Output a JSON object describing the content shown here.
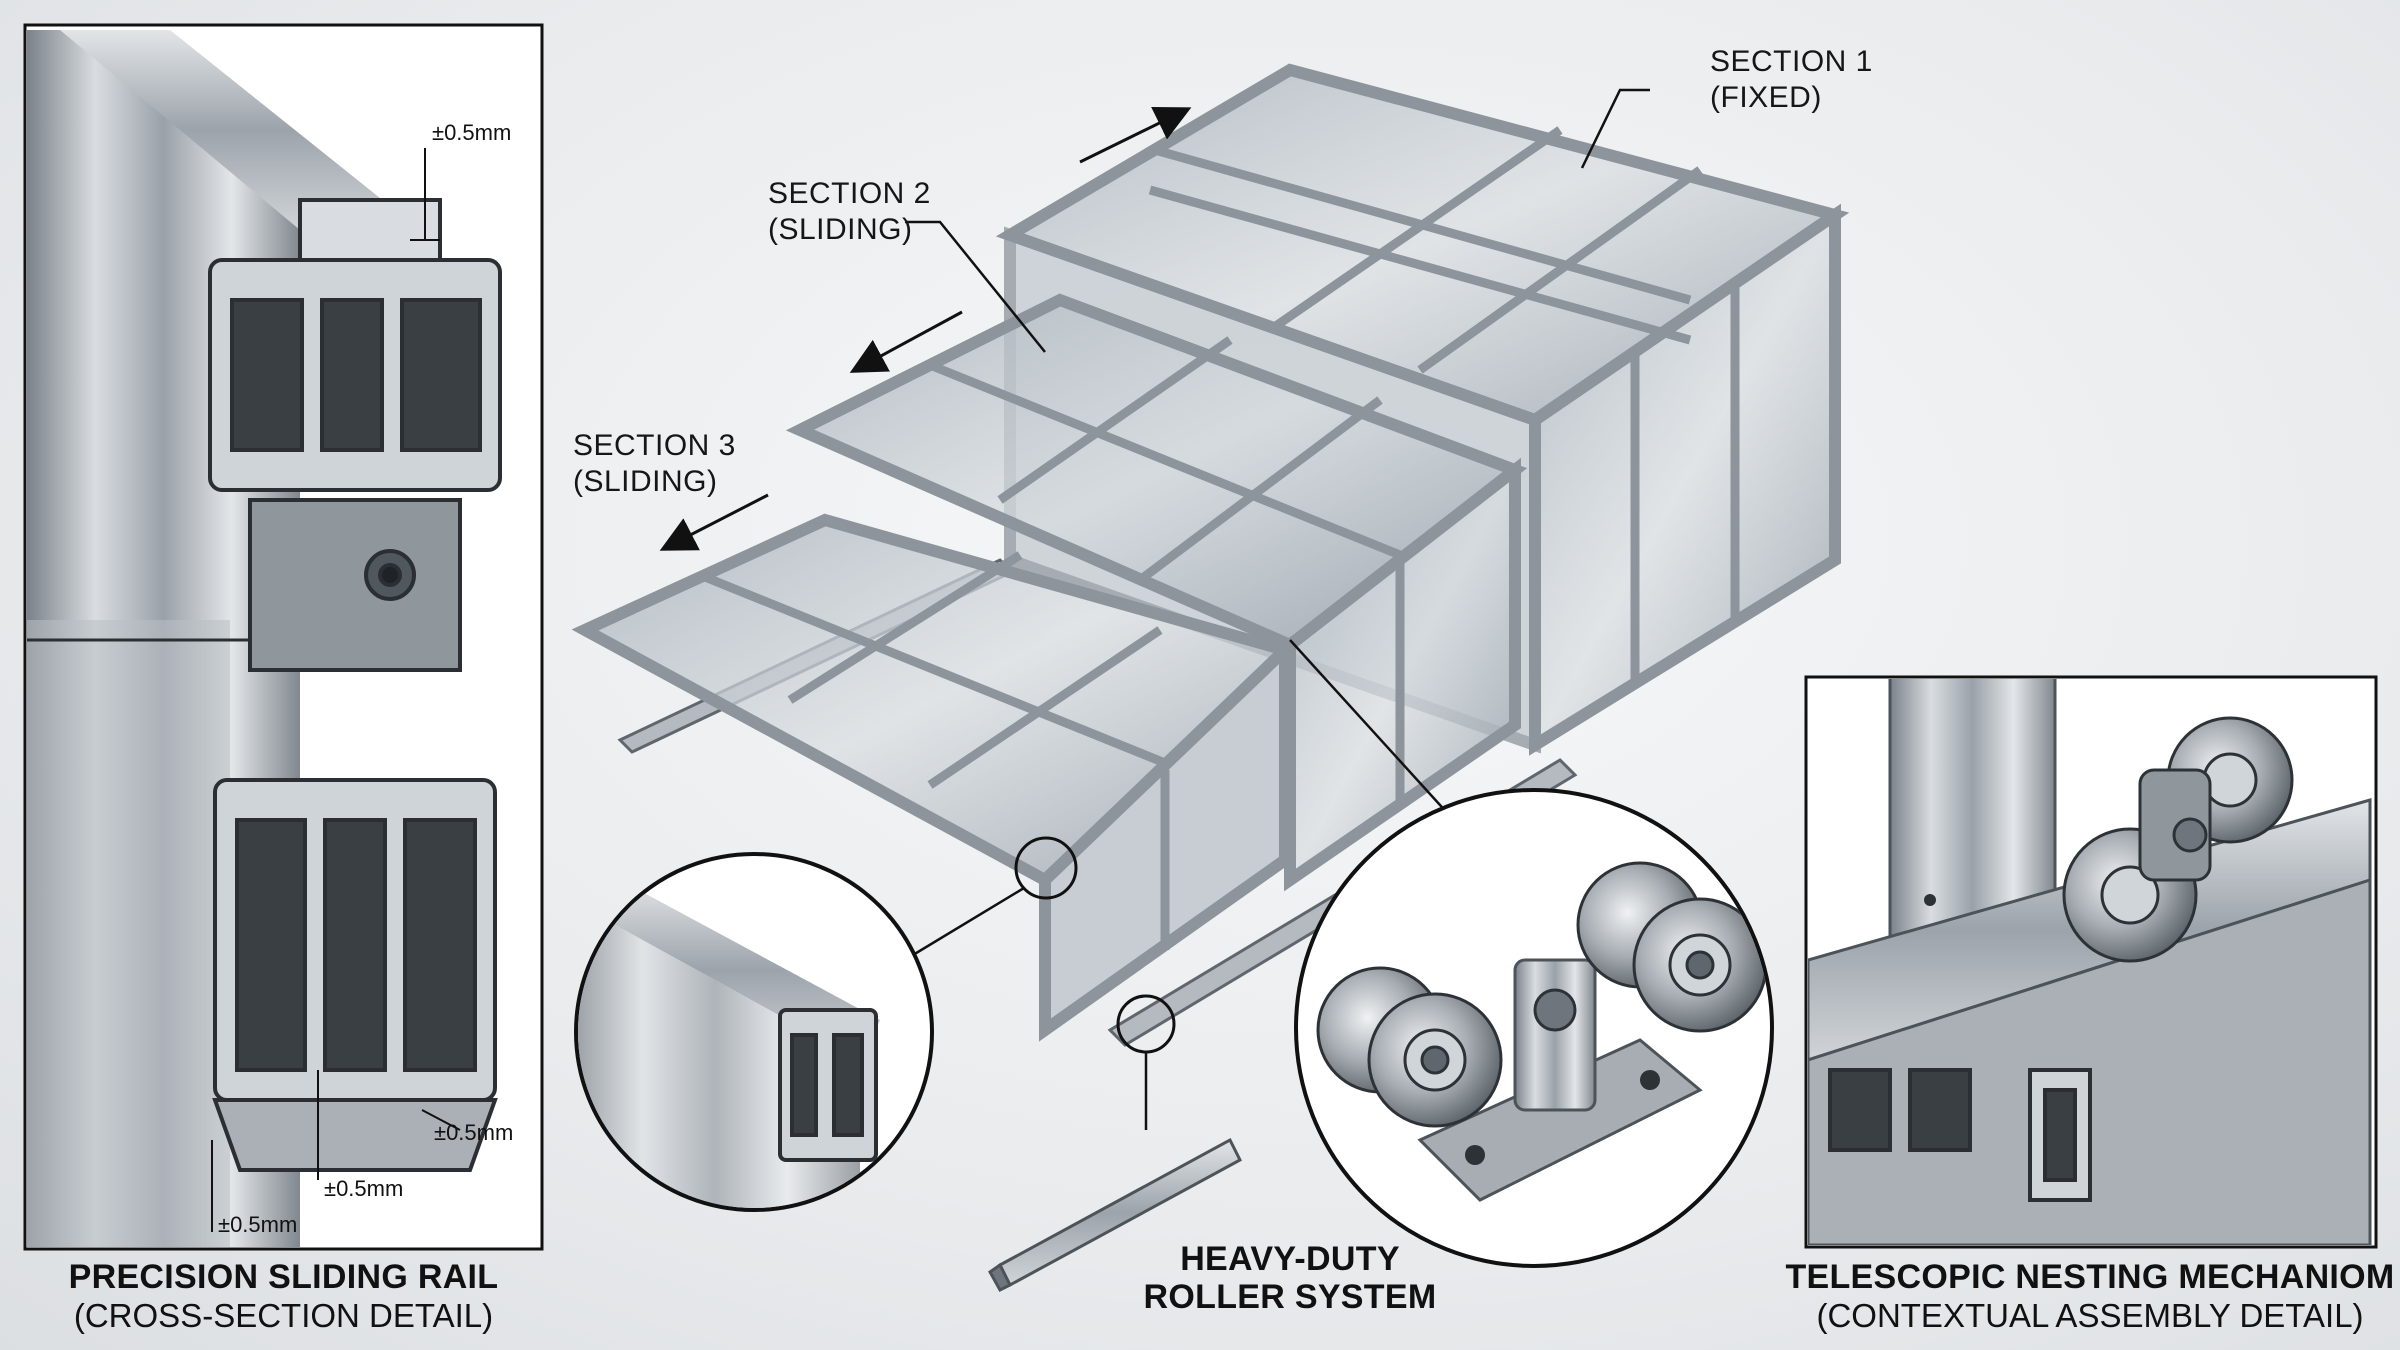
{
  "callouts": {
    "section1": {
      "line1": "SECTION 1",
      "line2": "(FIXED)"
    },
    "section2": {
      "line1": "SECTION 2",
      "line2": "(SLIDING)"
    },
    "section3": {
      "line1": "SECTION 3",
      "line2": "(SLIDING)"
    }
  },
  "dimensions": {
    "top": "±0.5mm",
    "right": "±0.5mm",
    "middle": "±0.5mm",
    "bottom": "±0.5mm"
  },
  "captions": {
    "rail": {
      "title": "PRECISION SLIDING RAIL",
      "subtitle": "(CROSS-SECTION DETAIL)"
    },
    "roller": {
      "line1": "HEAVY-DUTY",
      "line2": "ROLLER SYSTEM"
    },
    "telescopic": {
      "title": "TELESCOPIC NESTING MECHANIOM",
      "subtitle": "(CONTEXTUAL ASSEMBLY DETAIL)"
    }
  },
  "colors": {
    "frame": "#8d949b",
    "glass": "#c9d0d6",
    "metal_dark": "#5f666d",
    "ink": "#161616"
  }
}
